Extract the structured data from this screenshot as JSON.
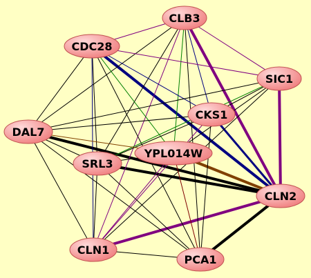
{
  "diagram": {
    "background": "#ffffc4",
    "node_fill_light": "#ffd9d9",
    "node_fill_dark": "#f08080",
    "node_stroke": "#c05050",
    "nodes": [
      {
        "id": "CLB3",
        "label": "CLB3"
      },
      {
        "id": "CDC28",
        "label": "CDC28"
      },
      {
        "id": "SIC1",
        "label": "SIC1"
      },
      {
        "id": "CKS1",
        "label": "CKS1"
      },
      {
        "id": "DAL7",
        "label": "DAL7"
      },
      {
        "id": "YPL014W",
        "label": "YPL014W"
      },
      {
        "id": "SRL3",
        "label": "SRL3"
      },
      {
        "id": "CLN2",
        "label": "CLN2"
      },
      {
        "id": "CLN1",
        "label": "CLN1"
      },
      {
        "id": "PCA1",
        "label": "PCA1"
      }
    ],
    "edges": [
      {
        "source": "CDC28",
        "target": "CLN2",
        "color": "#000080",
        "weight": "thick"
      },
      {
        "source": "CLB3",
        "target": "CLN2",
        "color": "#800080",
        "weight": "thick"
      },
      {
        "source": "SIC1",
        "target": "CLN2",
        "color": "#800080",
        "weight": "thick"
      },
      {
        "source": "DAL7",
        "target": "CLN2",
        "color": "#000000",
        "weight": "thick"
      },
      {
        "source": "SRL3",
        "target": "CLN2",
        "color": "#000000",
        "weight": "thick"
      },
      {
        "source": "YPL014W",
        "target": "CLN2",
        "color": "#804000",
        "weight": "thick"
      },
      {
        "source": "CLN1",
        "target": "CLN2",
        "color": "#800080",
        "weight": "thick"
      },
      {
        "source": "PCA1",
        "target": "CLN2",
        "color": "#000000",
        "weight": "thick"
      },
      {
        "source": "CKS1",
        "target": "CLN2",
        "color": "#000080",
        "weight": "medium"
      },
      {
        "source": "CLB3",
        "target": "CDC28",
        "color": "#800080",
        "weight": "thin"
      },
      {
        "source": "CLB3",
        "target": "SIC1",
        "color": "#800080",
        "weight": "thin"
      },
      {
        "source": "CLB3",
        "target": "CKS1",
        "color": "#000080",
        "weight": "thin"
      },
      {
        "source": "CLB3",
        "target": "DAL7",
        "color": "#000000",
        "weight": "thin"
      },
      {
        "source": "CLB3",
        "target": "SRL3",
        "color": "#000000",
        "weight": "thin"
      },
      {
        "source": "CLB3",
        "target": "YPL014W",
        "color": "#008000",
        "weight": "thin"
      },
      {
        "source": "CLB3",
        "target": "CLN1",
        "color": "#800080",
        "weight": "thin"
      },
      {
        "source": "CLB3",
        "target": "PCA1",
        "color": "#000000",
        "weight": "thin"
      },
      {
        "source": "CDC28",
        "target": "SIC1",
        "color": "#800080",
        "weight": "thin"
      },
      {
        "source": "CDC28",
        "target": "CKS1",
        "color": "#000080",
        "weight": "thin"
      },
      {
        "source": "CDC28",
        "target": "DAL7",
        "color": "#000000",
        "weight": "thin"
      },
      {
        "source": "CDC28",
        "target": "SRL3",
        "color": "#000000",
        "weight": "thin"
      },
      {
        "source": "CDC28",
        "target": "YPL014W",
        "color": "#008000",
        "weight": "thin"
      },
      {
        "source": "CDC28",
        "target": "CLN1",
        "color": "#000080",
        "weight": "thin"
      },
      {
        "source": "CDC28",
        "target": "PCA1",
        "color": "#000000",
        "weight": "thin"
      },
      {
        "source": "SIC1",
        "target": "CKS1",
        "color": "#000000",
        "weight": "thin"
      },
      {
        "source": "SIC1",
        "target": "DAL7",
        "color": "#000000",
        "weight": "thin"
      },
      {
        "source": "SIC1",
        "target": "SRL3",
        "color": "#008000",
        "weight": "thin"
      },
      {
        "source": "SIC1",
        "target": "YPL014W",
        "color": "#000000",
        "weight": "thin"
      },
      {
        "source": "SIC1",
        "target": "CLN1",
        "color": "#000000",
        "weight": "thin"
      },
      {
        "source": "CKS1",
        "target": "DAL7",
        "color": "#000000",
        "weight": "thin"
      },
      {
        "source": "CKS1",
        "target": "SRL3",
        "color": "#000000",
        "weight": "thin"
      },
      {
        "source": "CKS1",
        "target": "CLN1",
        "color": "#800080",
        "weight": "thin"
      },
      {
        "source": "CKS1",
        "target": "PCA1",
        "color": "#000000",
        "weight": "thin"
      },
      {
        "source": "DAL7",
        "target": "SRL3",
        "color": "#000000",
        "weight": "thin"
      },
      {
        "source": "DAL7",
        "target": "YPL014W",
        "color": "#804000",
        "weight": "thin"
      },
      {
        "source": "DAL7",
        "target": "CLN1",
        "color": "#000000",
        "weight": "thin"
      },
      {
        "source": "DAL7",
        "target": "PCA1",
        "color": "#000000",
        "weight": "thin"
      },
      {
        "source": "SRL3",
        "target": "YPL014W",
        "color": "#000000",
        "weight": "thin"
      },
      {
        "source": "SRL3",
        "target": "CLN1",
        "color": "#000000",
        "weight": "thin"
      },
      {
        "source": "SRL3",
        "target": "PCA1",
        "color": "#000000",
        "weight": "thin"
      },
      {
        "source": "YPL014W",
        "target": "CLN1",
        "color": "#800080",
        "weight": "thin"
      },
      {
        "source": "YPL014W",
        "target": "PCA1",
        "color": "#800000",
        "weight": "thin"
      },
      {
        "source": "CLN1",
        "target": "PCA1",
        "color": "#000000",
        "weight": "thin"
      }
    ]
  }
}
